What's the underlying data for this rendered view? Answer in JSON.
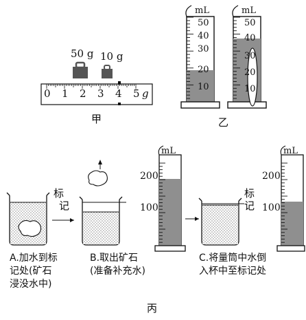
{
  "jia": {
    "caption": "甲",
    "weight1": "50 g",
    "weight2": "10 g",
    "scale_ticks": [
      "0",
      "1",
      "2",
      "3",
      "4",
      "5"
    ],
    "unit": "g",
    "rider_value": 4
  },
  "yi": {
    "caption": "乙",
    "unit": "mL",
    "ticks": [
      "50",
      "40",
      "30",
      "20",
      "10"
    ],
    "left_water_ml": 20,
    "right_water_ml": 40
  },
  "bing": {
    "caption": "丙",
    "mark_label_1": "标\n记",
    "mark_label_2": "标\n记",
    "step_a": [
      "A.加水到标",
      "记处(矿石",
      "浸没水中)"
    ],
    "step_b": [
      "B.取出矿石",
      "(准备补充水)"
    ],
    "step_c": [
      "C.将量筒中水倒",
      "入杯中至标记处"
    ],
    "cyl1": {
      "unit": "mL",
      "ticks": [
        "200",
        "100"
      ],
      "water_ml": 200
    },
    "cyl2": {
      "unit": "mL",
      "ticks": [
        "200",
        "100"
      ],
      "water_ml": 130
    }
  },
  "colors": {
    "water": "#8f8f8f",
    "dots": "#555555",
    "line": "#111111"
  }
}
